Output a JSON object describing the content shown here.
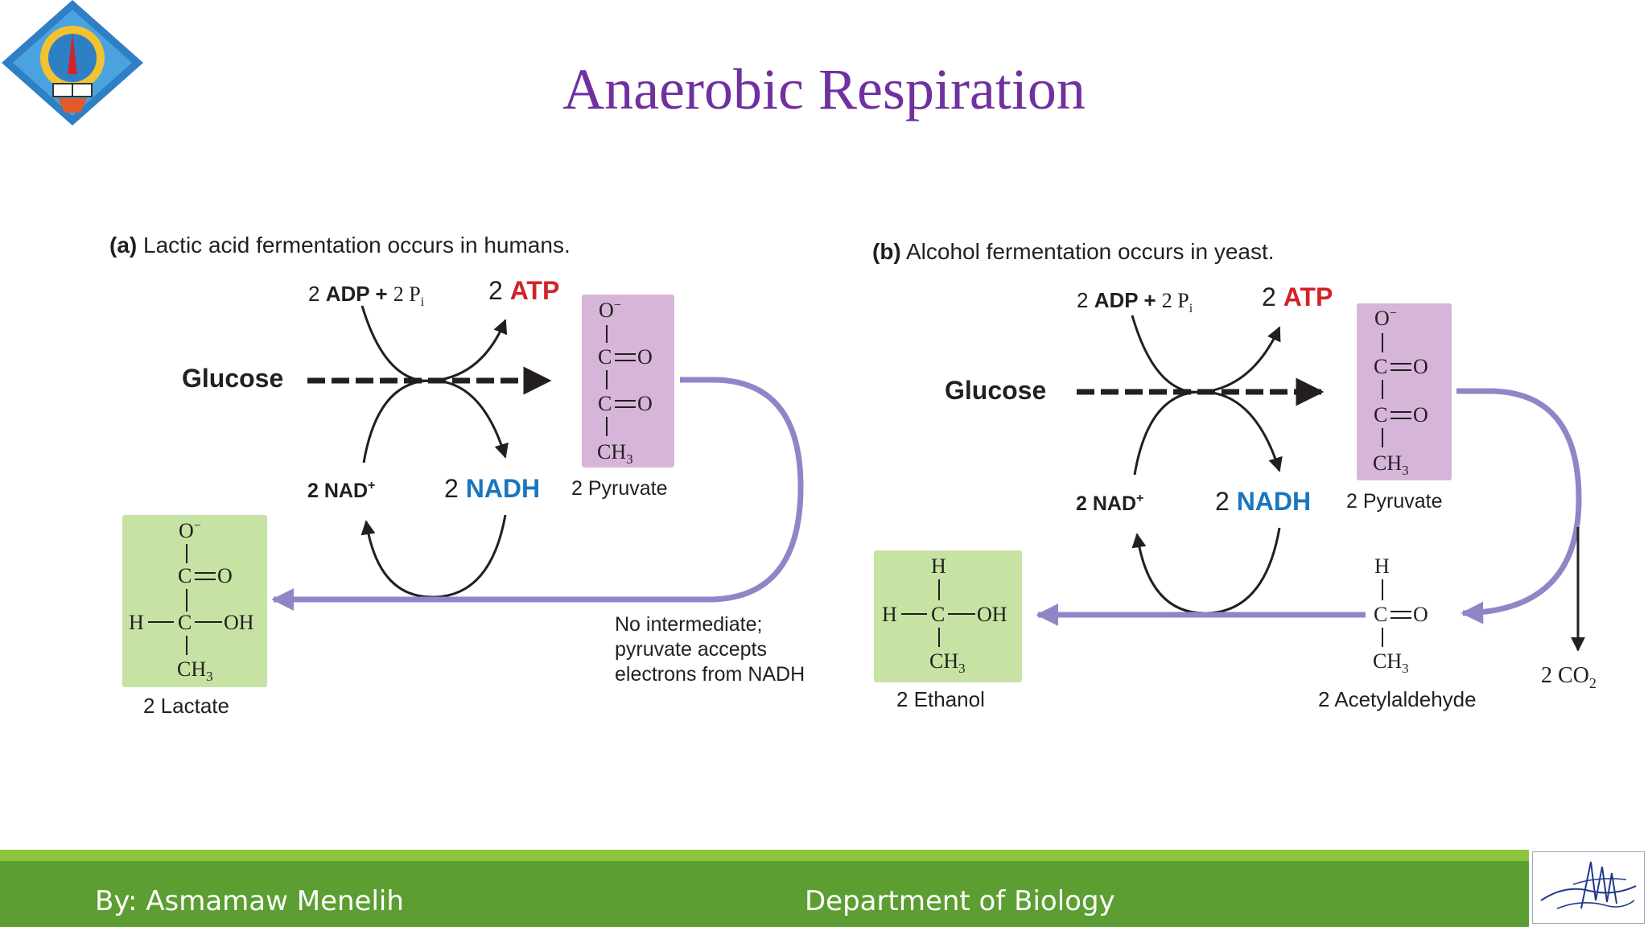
{
  "slide": {
    "title": "Anaerobic Respiration"
  },
  "panel_a": {
    "caption_prefix": "(a)",
    "caption": "Lactic acid fermentation occurs in humans.",
    "adp_count": "2 ",
    "adp": "ADP",
    "plus": " + ",
    "pi": "2 P",
    "pi_sub": "i",
    "atp_count": "2 ",
    "atp": "ATP",
    "glucose": "Glucose",
    "nad_plus": "2 NAD",
    "nad_sup": "+",
    "nadh_count": "2 ",
    "nadh": "NADH",
    "pyruvate": "2 Pyruvate",
    "lactate": "2 Lactate",
    "note_lines": [
      "No intermediate;",
      "pyruvate accepts",
      "electrons from NADH"
    ],
    "pyruvate_struct": [
      "O",
      "C=O",
      "C=O",
      "CH3"
    ],
    "lactate_struct": [
      "O",
      "C=O",
      "H—C—OH",
      "CH3"
    ]
  },
  "panel_b": {
    "caption_prefix": "(b)",
    "caption": "Alcohol fermentation occurs in yeast.",
    "adp_count": "2 ",
    "adp": "ADP",
    "plus": " + ",
    "pi": "2 P",
    "pi_sub": "i",
    "atp_count": "2 ",
    "atp": "ATP",
    "glucose": "Glucose",
    "nad_plus": "2 NAD",
    "nad_sup": "+",
    "nadh_count": "2 ",
    "nadh": "NADH",
    "pyruvate": "2 Pyruvate",
    "ethanol": "2 Ethanol",
    "acetylaldehyde": "2 Acetylaldehyde",
    "co2": "2 CO",
    "co2_sub": "2"
  },
  "footer": {
    "author": "By: Asmamaw Menelih",
    "department": "Department of Biology"
  },
  "colors": {
    "title": "#7030a0",
    "red_label": "#d2232a",
    "blue_label": "#1b75bc",
    "purple_arrow": "#8e86c6",
    "pyruvate_box": "#d7b5d8",
    "product_box": "#c6e3a4",
    "footer_green": "#5c9e31",
    "footer_light": "#8cc63f"
  },
  "icons": {
    "logo": "university-logo-icon",
    "signature": "signature-icon"
  }
}
